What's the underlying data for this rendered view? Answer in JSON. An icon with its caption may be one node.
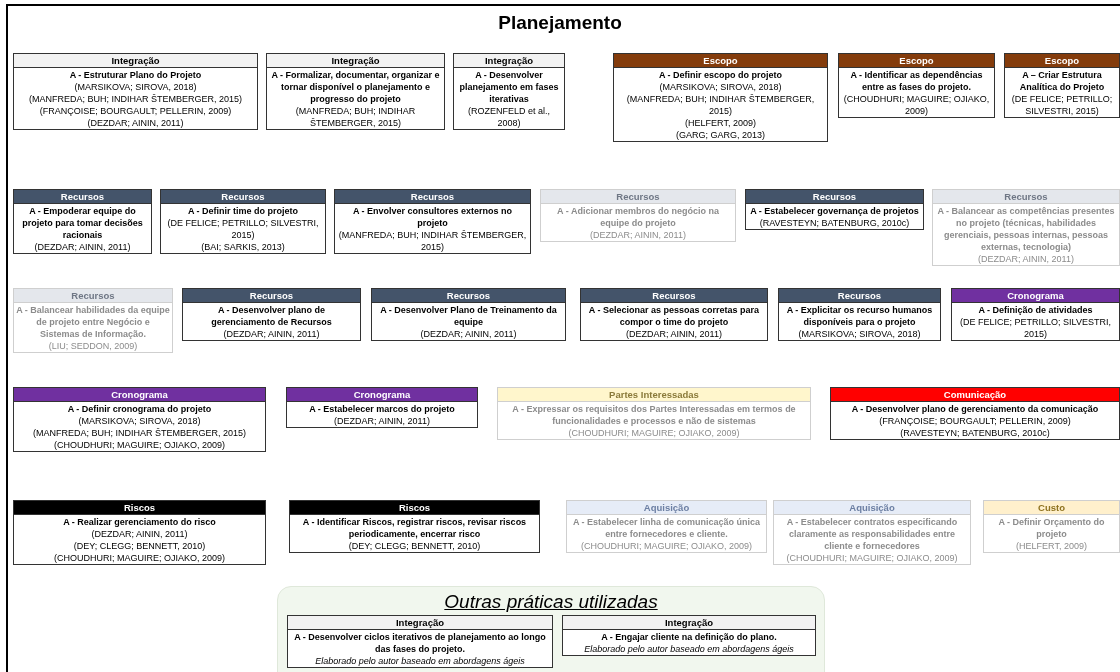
{
  "diagram": {
    "title": "Planejamento",
    "nodes": [
      {
        "text": [
          "Integração",
          "A - Estruturar Plano do Projeto",
          "(MARSIKOVA; SIROVA, 2018)",
          "(MANFREDA; BUH; INDIHAR ŠTEMBERGER, 2015)",
          "(FRANÇOISE; BOURGAULT; PELLERIN, 2009)",
          "(DEZDAR; AININ, 2011)"
        ]
      },
      {
        "text": [
          "Integração",
          "A - Formalizar, documentar, organizar e tornar disponível o planejamento e progresso do projeto",
          "(MANFREDA; BUH; INDIHAR ŠTEMBERGER, 2015)"
        ]
      },
      {
        "text": [
          "Integração",
          "A - Desenvolver planejamento em fases iterativas",
          "(ROZENFELD et al., 2008)"
        ]
      },
      {
        "text": [
          "Escopo",
          "A - Definir escopo do projeto",
          "(MARSIKOVA; SIROVA, 2018)",
          "(MANFREDA; BUH; INDIHAR ŠTEMBERGER, 2015)",
          "(HELFERT, 2009)",
          "(GARG; GARG, 2013)"
        ]
      },
      {
        "text": [
          "Escopo",
          "A - Identificar as dependências entre as fases do projeto.",
          "(CHOUDHURI; MAGUIRE; OJIAKO, 2009)"
        ]
      },
      {
        "text": [
          "Escopo",
          "A – Criar Estrutura Analítica do Projeto",
          "(DE FELICE; PETRILLO; SILVESTRI, 2015)"
        ]
      },
      {
        "text": [
          "Recursos",
          "A - Empoderar equipe do projeto para tomar decisões racionais",
          "(DEZDAR; AININ, 2011)"
        ]
      },
      {
        "text": [
          "Recursos",
          "A - Definir time do projeto",
          "(DE FELICE; PETRILLO; SILVESTRI, 2015)",
          "(BAI; SARKIS, 2013)"
        ]
      },
      {
        "text": [
          "Recursos",
          "A - Envolver consultores externos no projeto",
          "(MANFREDA; BUH; INDIHAR ŠTEMBERGER, 2015)"
        ]
      },
      {
        "text": [
          "Recursos",
          "A - Adicionar membros do negócio na equipe do projeto",
          "(DEZDAR; AININ, 2011)"
        ]
      },
      {
        "text": [
          "Recursos",
          "A - Estabelecer governança de projetos",
          "(RAVESTEYN; BATENBURG, 2010c)"
        ]
      },
      {
        "text": [
          "Recursos",
          "A - Balancear as competências presentes no projeto (técnicas, habilidades gerenciais, pessoas internas, pessoas externas, tecnologia)",
          "(DEZDAR; AININ, 2011)"
        ]
      },
      {
        "text": [
          "Recursos",
          "A - Balancear habilidades da equipe de projeto entre Negócio e Sistemas de Informação.",
          "(LIU; SEDDON, 2009)"
        ]
      },
      {
        "text": [
          "Recursos",
          "A - Desenvolver plano de gerenciamento de Recursos",
          "(DEZDAR; AININ, 2011)"
        ]
      },
      {
        "text": [
          "Recursos",
          "A - Desenvolver Plano de Treinamento da equipe",
          "(DEZDAR; AININ, 2011)"
        ]
      },
      {
        "text": [
          "Recursos",
          "A - Selecionar as pessoas corretas para compor o time do projeto",
          "(DEZDAR; AININ, 2011)"
        ]
      },
      {
        "text": [
          "Recursos",
          "A - Explicitar os recurso humanos disponíveis para o projeto",
          "(MARSIKOVA; SIROVA, 2018)"
        ]
      },
      {
        "text": [
          "Cronograma",
          "A - Definição de atividades",
          "(DE FELICE; PETRILLO; SILVESTRI, 2015)"
        ]
      },
      {
        "text": [
          "Cronograma",
          "A - Definir cronograma do projeto",
          "(MARSIKOVA; SIROVA, 2018)",
          "(MANFREDA; BUH; INDIHAR ŠTEMBERGER, 2015)",
          "(CHOUDHURI; MAGUIRE; OJIAKO, 2009)"
        ]
      },
      {
        "text": [
          "Cronograma",
          "A - Estabelecer marcos do projeto",
          "(DEZDAR; AININ, 2011)"
        ]
      },
      {
        "text": [
          "Partes Interessadas",
          "A - Expressar os requisitos dos Partes Interessadas em termos de funcionalidades e processos e não de sistemas",
          "(CHOUDHURI; MAGUIRE; OJIAKO, 2009)"
        ]
      },
      {
        "text": [
          "Comunicação",
          "A - Desenvolver plano de gerenciamento da comunicação",
          "(FRANÇOISE; BOURGAULT; PELLERIN, 2009)",
          "(RAVESTEYN; BATENBURG, 2010c)"
        ]
      },
      {
        "text": [
          "Riscos",
          "A - Realizar gerenciamento do risco",
          "(DEZDAR; AININ, 2011)",
          "(DEY; CLEGG; BENNETT, 2010)",
          "(CHOUDHURI; MAGUIRE; OJIAKO, 2009)"
        ]
      },
      {
        "text": [
          "Riscos",
          "A - Identificar Riscos, registrar riscos, revisar riscos periodicamente, encerrar risco",
          "(DEY; CLEGG; BENNETT, 2010)"
        ]
      },
      {
        "text": [
          "Aquisição",
          "A - Estabelecer linha de comunicação única entre fornecedores e cliente.",
          "(CHOUDHURI; MAGUIRE; OJIAKO, 2009)"
        ]
      },
      {
        "text": [
          "Aquisição",
          "A - Estabelecer contratos especificando claramente as responsabilidades entre cliente e fornecedores",
          "(CHOUDHURI; MAGUIRE; OJIAKO, 2009)"
        ]
      },
      {
        "text": [
          "Custo",
          "A - Definir Orçamento do projeto",
          "(HELFERT, 2009)"
        ]
      },
      {
        "text": [
          "Outras práticas utilizadas"
        ]
      },
      {
        "text": [
          "Integração",
          "A - Desenvolver ciclos iterativos de planejamento ao longo das fases do projeto.",
          "Elaborado pelo autor baseado em abordagens ágeis"
        ],
        "in": 27
      },
      {
        "text": [
          "Integração",
          "A - Engajar cliente na definição do plano.",
          "Elaborado pelo autor baseado em abordagens ágeis"
        ],
        "in": 27
      }
    ]
  }
}
